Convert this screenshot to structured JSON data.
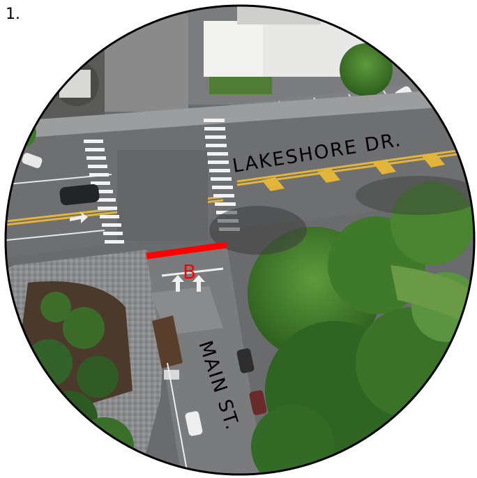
{
  "figure_number": "1.",
  "labels": {
    "street_1": "LAKESHORE DR.",
    "street_2": "MAIN ST.",
    "marker": "B"
  },
  "colors": {
    "marker": "#ff0000",
    "road": "#6e6f70",
    "crosswalk": "#f2f2f2",
    "yellow_line": "#e3b43a",
    "tree": "#3f7a2a",
    "roof": "#e8e8e6",
    "outline": "#000000"
  }
}
